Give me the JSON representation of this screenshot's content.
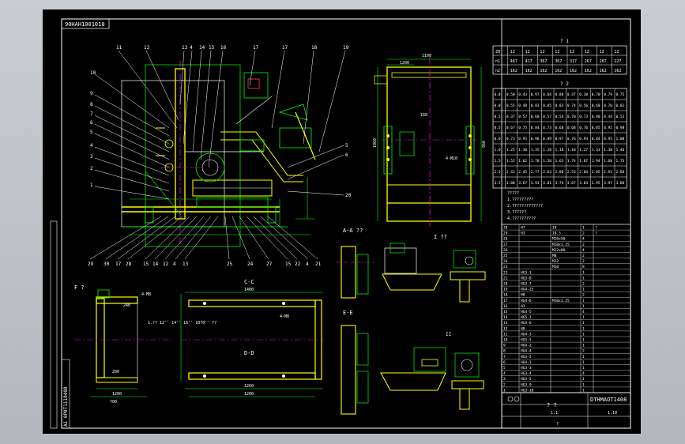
{
  "drawing": {
    "code_top_left": "90HAH1001010",
    "code_title_block": "DTHMAOT1408",
    "code_side_vertical": "A1 0P0T1110408",
    "view_labels": {
      "section_aa": "A-A ??",
      "section_ee": "E-E",
      "view_i": "I ??",
      "section_cc": "C-C",
      "section_dd": "D-D",
      "view_f": "F ?",
      "note_header": "?",
      "ii_label": "II"
    },
    "balloons_top": [
      "11",
      "12",
      "13",
      "4",
      "14",
      "15",
      "16",
      "17",
      "17",
      "18",
      "19"
    ],
    "balloons_left": [
      "10",
      "9",
      "8",
      "7",
      "6",
      "5",
      "4",
      "3",
      "2",
      "1"
    ],
    "balloons_right": [
      "5",
      "6",
      "20"
    ],
    "balloons_bottom": [
      "29",
      "30",
      "17",
      "28",
      "15",
      "14",
      "12",
      "4",
      "13",
      "25",
      "24",
      "27",
      "15",
      "22",
      "4",
      "21"
    ],
    "table1": {
      "caption": "? 1",
      "header": [
        "ZH",
        "1Z",
        "1Z",
        "1Z",
        "1Z",
        "1Z",
        "1Z",
        "1Z",
        "1Z"
      ],
      "rows": [
        [
          "n1",
          "467",
          "417",
          "367",
          "367",
          "317",
          "267",
          "267",
          "227"
        ],
        [
          "n2",
          "162",
          "162",
          "162",
          "162",
          "162",
          "162",
          "162",
          "162"
        ]
      ]
    },
    "table2": {
      "caption": "? 2",
      "rows": [
        [
          "0.0",
          "0.50",
          "0.43",
          "0.97",
          "0.64",
          "0.88",
          "0.47",
          "0.38",
          "0.70",
          "0.79",
          "0.75"
        ],
        [
          "0.0",
          "0.55",
          "0.48",
          "0.83",
          "0.85",
          "0.83",
          "0.74",
          "0.56",
          "0.60",
          "0.70",
          "0.81"
        ],
        [
          "0.5",
          "0.37",
          "0.57",
          "0.68",
          "0.57",
          "0.54",
          "0.70",
          "0.73",
          "0.90",
          "0.44",
          "0.52"
        ],
        [
          "0.5",
          "0.67",
          "0.75",
          "0.84",
          "0.73",
          "0.68",
          "0.68",
          "0.76",
          "0.85",
          "0.95",
          "0.98"
        ],
        [
          "0.0",
          "0.73",
          "0.95",
          "0.98",
          "0.89",
          "0.97",
          "0.76",
          "0.93",
          "0.84",
          "0.95",
          "1.08"
        ],
        [
          "1.0",
          "1.25",
          "1.30",
          "1.35",
          "1.28",
          "1.18",
          "1.18",
          "1.27",
          "1.33",
          "1.38",
          "1.46"
        ],
        [
          "1.5",
          "1.52",
          "1.62",
          "1.78",
          "1.58",
          "1.63",
          "1.74",
          "1.87",
          "1.94",
          "1.68",
          "1.73"
        ],
        [
          "2.5",
          "2.43",
          "2.45",
          "2.77",
          "2.63",
          "2.88",
          "2.53",
          "2.84",
          "2.85",
          "2.93",
          "2.84"
        ],
        [
          "3.5",
          "3.80",
          "3.67",
          "3.93",
          "3.81",
          "3.74",
          "3.67",
          "3.83",
          "3.95",
          "3.97",
          "3.86"
        ]
      ]
    },
    "notes": [
      "?????",
      "1.?????????",
      "2.?????????????",
      "3.??????",
      "4.??????????"
    ],
    "parts_list": [
      [
        "30",
        "H7",
        "18",
        "1",
        "?"
      ],
      [
        "29",
        "H3",
        "18.5",
        "2",
        "?"
      ],
      [
        "28",
        "",
        "M16x50",
        "4",
        ""
      ],
      [
        "27",
        "",
        "M10x1.25",
        "2",
        ""
      ],
      [
        "26",
        "",
        "M12x80",
        "4",
        ""
      ],
      [
        "25",
        "",
        "M8",
        "2",
        ""
      ],
      [
        "24",
        "",
        "M12",
        "2",
        ""
      ],
      [
        "23",
        "",
        "M10",
        "8",
        ""
      ],
      [
        "22",
        "HG3-1",
        "",
        "1",
        ""
      ],
      [
        "21",
        "HG3-8",
        "",
        "1",
        ""
      ],
      [
        "20",
        "HG3-7",
        "",
        "2",
        ""
      ],
      [
        "19",
        "HG4-23",
        "",
        "1",
        ""
      ],
      [
        "18",
        "H8",
        "",
        "2",
        ""
      ],
      [
        "17",
        "HG4-6",
        "M10x1.25",
        "1",
        ""
      ],
      [
        "16",
        "H3",
        "",
        "1",
        ""
      ],
      [
        "15",
        "HG4-5",
        "",
        "4",
        ""
      ],
      [
        "14",
        "HG5-1",
        "",
        "1",
        ""
      ],
      [
        "13",
        "HG3-6",
        "",
        "1",
        ""
      ],
      [
        "12",
        "H8",
        "",
        "1",
        ""
      ],
      [
        "11",
        "HG4-3",
        "",
        "1",
        ""
      ],
      [
        "10",
        "HG5-5",
        "",
        "1",
        ""
      ],
      [
        "9",
        "HG4-2",
        "",
        "1",
        ""
      ],
      [
        "8",
        "HG4-4",
        "",
        "2",
        ""
      ],
      [
        "7",
        "HG3-2",
        "",
        "1",
        ""
      ],
      [
        "6",
        "HG4-1",
        "",
        "1",
        ""
      ],
      [
        "5",
        "HG3-3",
        "",
        "1",
        ""
      ],
      [
        "4",
        "HG3-4",
        "",
        "4",
        ""
      ],
      [
        "3",
        "HG3-5",
        "",
        "1",
        ""
      ],
      [
        "2",
        "HG3-9",
        "",
        "1",
        ""
      ],
      [
        "1",
        "HG3-10",
        "",
        "1",
        ""
      ]
    ],
    "title_block": {
      "title": "?  ?",
      "scale": "1:1",
      "sheet": "1:10",
      "material": "?"
    },
    "dims_top_right": [
      "1100",
      "1200",
      "1060",
      "960",
      "4-M10",
      "160"
    ],
    "dims_bottom_left": [
      "1200",
      "700",
      "200",
      "240",
      "4-M8"
    ],
    "dims_bottom_mid": [
      "1400",
      "1260",
      "1200",
      "4-M8"
    ],
    "note_cd": "1.?? 12'' 14'' 16'' 1070'' ??"
  }
}
